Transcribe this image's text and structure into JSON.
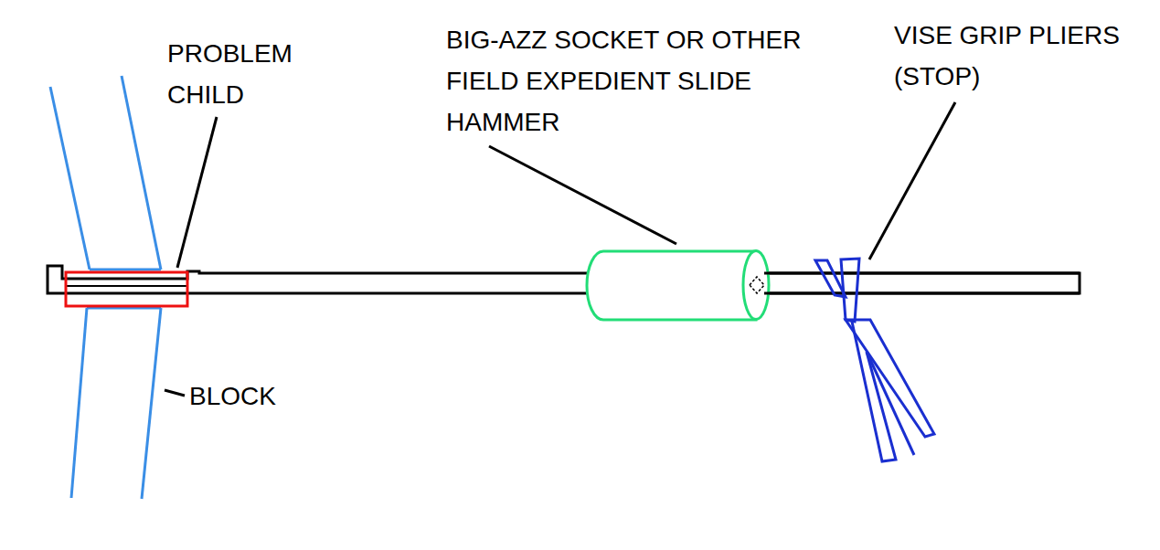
{
  "diagram": {
    "labels": [
      "PROBLEM CHILD",
      "BIG-AZZ SOCKET OR OTHER FIELD EXPEDIENT SLIDE HAMMER",
      "VISE GRIP PLIERS (STOP)",
      "BLOCK"
    ]
  }
}
